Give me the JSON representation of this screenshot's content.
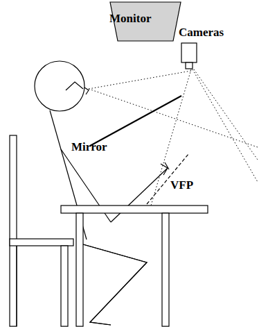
{
  "diagram": {
    "nodes": [
      {
        "text": [
          "Monitor"
        ]
      }
    ],
    "labels": [
      "Cameras",
      "Mirror",
      "VFP"
    ]
  }
}
